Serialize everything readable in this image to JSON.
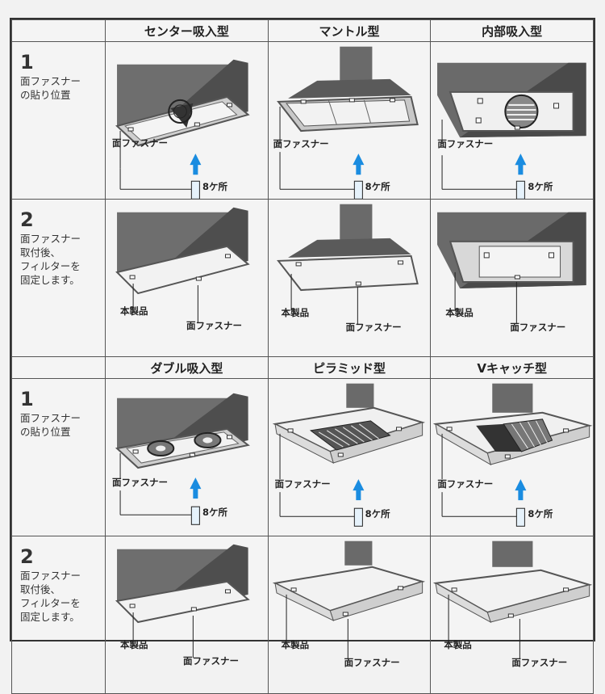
{
  "headers_top": [
    "センター吸入型",
    "マントル型",
    "内部吸入型"
  ],
  "headers_bottom": [
    "ダブル吸入型",
    "ピラミッド型",
    "Vキャッチ型"
  ],
  "steps": [
    {
      "num": "1",
      "text": "面ファスナー\nの貼り位置"
    },
    {
      "num": "2",
      "text": "面ファスナー\n取付後、\nフィルターを\n固定します。"
    },
    {
      "num": "1",
      "text": "面ファスナー\nの貼り位置"
    },
    {
      "num": "2",
      "text": "面ファスナー\n取付後、\nフィルターを\n固定します。"
    }
  ],
  "labels": {
    "fastener": "面ファスナー",
    "count": "8ケ所",
    "product": "本製品"
  },
  "colors": {
    "arrow": "#1a8ce0",
    "hood_dark": "#5d5d5d",
    "hood_mid": "#8a8a8a",
    "frame": "#bdbdbd"
  }
}
